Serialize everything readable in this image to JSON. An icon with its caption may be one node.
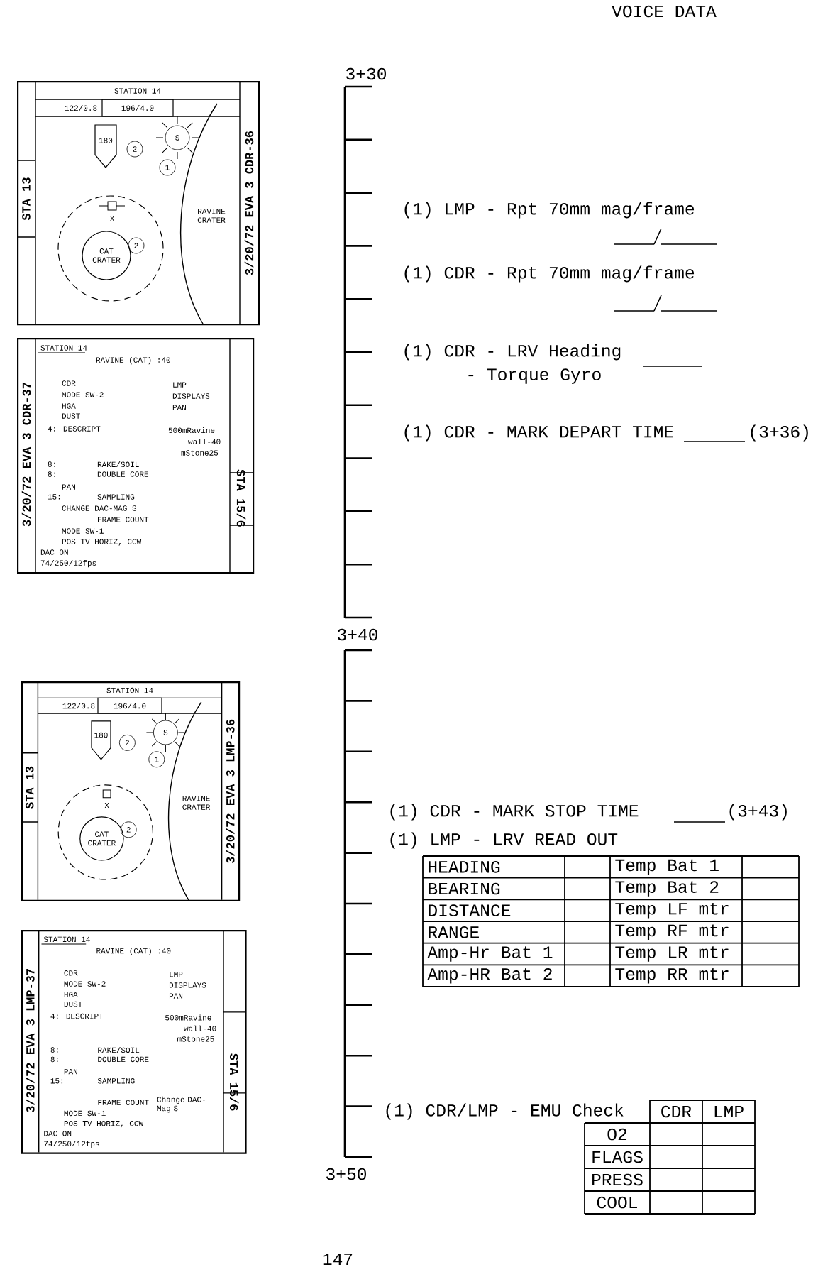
{
  "diagram": {
    "nodes": [
      {
        "text": [
          "STATION 14",
          "122/0.8",
          "196/4.0",
          "180",
          "2",
          "S",
          "1",
          "X",
          "CAT CRATER",
          "2",
          "RAVINE CRATER",
          "STA 13",
          "3/20/72 EVA 3 CDR-36"
        ]
      },
      {
        "text": [
          "STATION 14",
          "RAVINE (CAT) :40",
          "CDR",
          "MODE SW-2",
          "HGA",
          "DUST",
          "4: DESCRIPT",
          "LMP",
          "DISPLAYS",
          "PAN",
          "500mRavine",
          "wall-40",
          "mStone25",
          "8:",
          "RAKE/SOIL",
          "8:",
          "DOUBLE CORE",
          "PAN",
          "15:",
          "SAMPLING",
          "CHANGE DAC-MAG S",
          "FRAME COUNT",
          "MODE SW-1",
          "POS TV HORIZ, CCW",
          "DAC ON",
          "74/250/12fps",
          "3/20/72 EVA 3 CDR-37",
          "STA 15/6"
        ]
      },
      {
        "text": [
          "STATION 14",
          "122/0.8",
          "196/4.0",
          "180",
          "2",
          "S",
          "1",
          "X",
          "CAT CRATER",
          "2",
          "RAVINE CRATER",
          "STA 13",
          "3/20/72 EVA 3 LMP-36"
        ]
      },
      {
        "text": [
          "STATION 14",
          "RAVINE (CAT) :40",
          "CDR",
          "MODE SW-2",
          "HGA",
          "DUST",
          "4: DESCRIPT",
          "LMP",
          "DISPLAYS",
          "PAN",
          "500mRavine",
          "wall-40",
          "mStone25",
          "8:",
          "RAKE/SOIL",
          "8:",
          "DOUBLE CORE",
          "PAN",
          "15:",
          "SAMPLING",
          "FRAME COUNT",
          "Change DAC- Mag S",
          "MODE SW-1",
          "POS TV HORIZ, CCW",
          "DAC ON",
          "74/250/12fps",
          "3/20/72 EVA 3 LMP-37",
          "STA 15/6"
        ]
      }
    ],
    "labels": [
      "VOICE DATA",
      "3+30",
      "(1) LMP - Rpt 70mm mag/frame",
      "(1) CDR - Rpt 70mm mag/frame",
      "(1) CDR - LRV Heading",
      "- Torque Gyro",
      "(1) CDR - MARK DEPART TIME",
      "(3+36)",
      "3+40",
      "(1) CDR - MARK STOP TIME",
      "(3+43)",
      "(1) LMP - LRV READ OUT",
      "HEADING",
      "Temp Bat 1",
      "BEARING",
      "Temp Bat 2",
      "DISTANCE",
      "Temp LF mtr",
      "RANGE",
      "Temp RF mtr",
      "Amp-Hr Bat 1",
      "Temp LR mtr",
      "Amp-HR Bat 2",
      "Temp RR mtr",
      "(1) CDR/LMP - EMU Check",
      "CDR",
      "LMP",
      "O2",
      "FLAGS",
      "PRESS",
      "COOL",
      "3+50",
      "147"
    ]
  }
}
